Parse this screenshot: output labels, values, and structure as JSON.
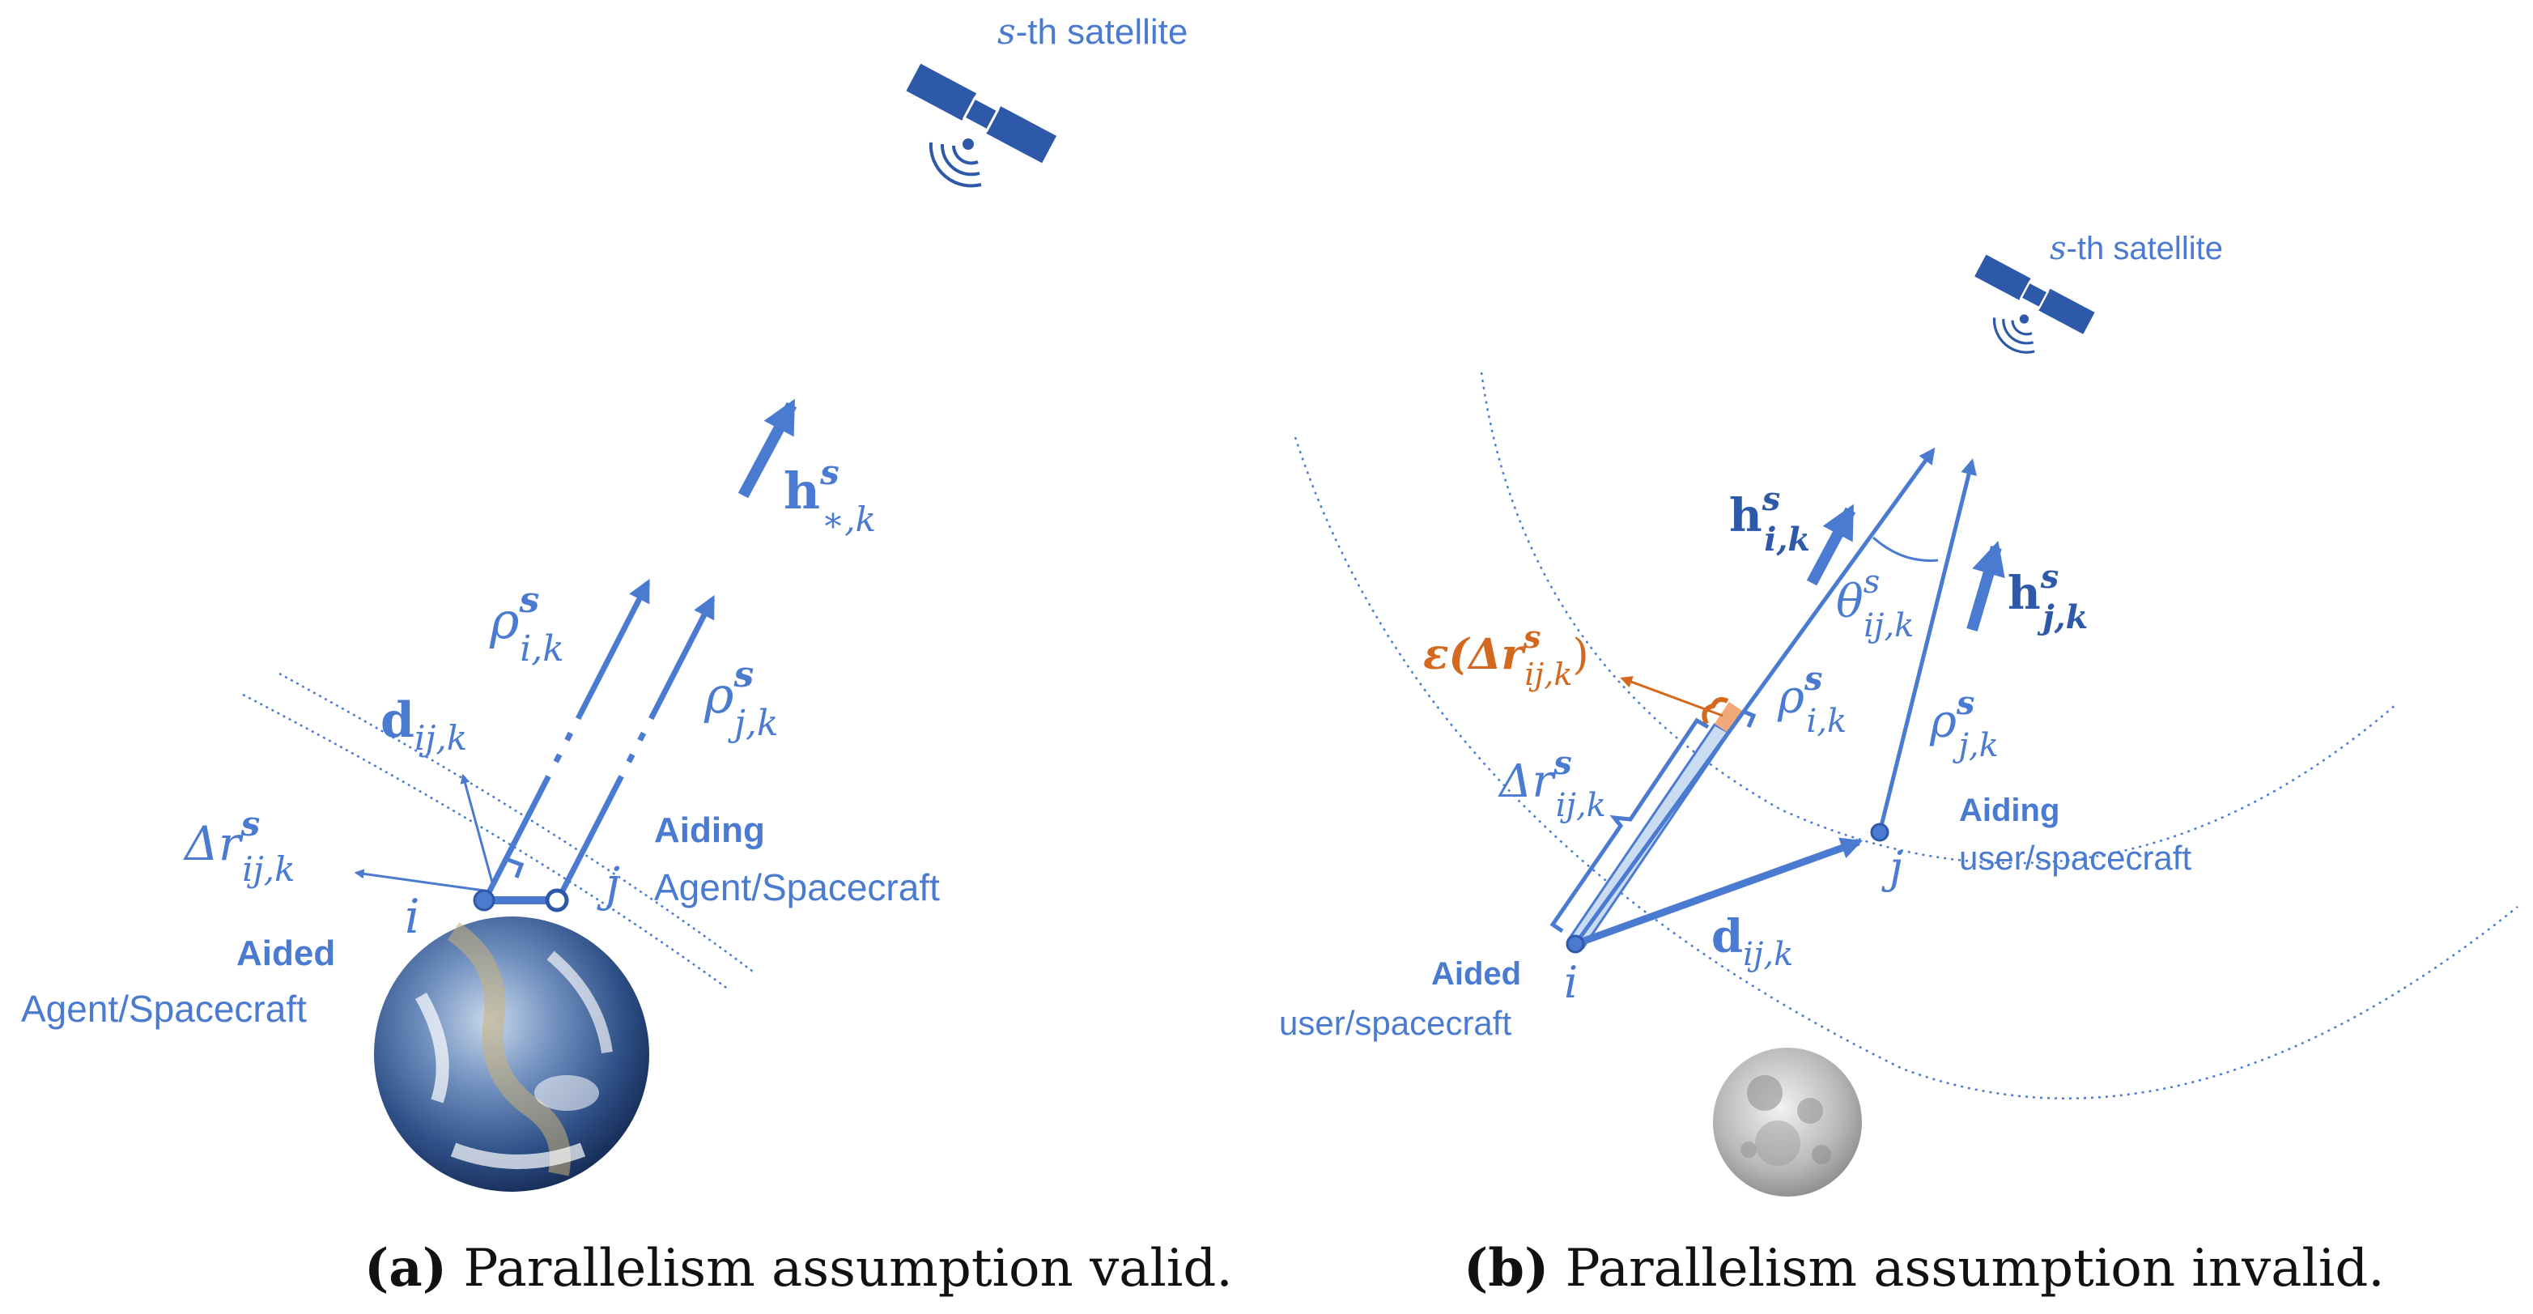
{
  "colors": {
    "blue": "#4a7bd0",
    "dark_blue": "#2e58a8",
    "orange": "#d2691e",
    "highlight": "#c9dcf2",
    "text": "#111111"
  },
  "panel_a": {
    "satellite_label_var": "s",
    "satellite_label_text": "-th satellite",
    "h_main": "h",
    "h_sup": "s",
    "h_sub": "∗,k",
    "rho_i_main": "ρ",
    "rho_i_sup": "s",
    "rho_i_sub": "i,k",
    "rho_j_main": "ρ",
    "rho_j_sup": "s",
    "rho_j_sub": "j,k",
    "d_main": "d",
    "d_sub": "ij,k",
    "delta_main": "Δr",
    "delta_sup": "s",
    "delta_sub": "ij,k",
    "node_i": "i",
    "node_j": "j",
    "aiding_title": "Aiding",
    "aiding_sub": "Agent/Spacecraft",
    "aided_title": "Aided",
    "aided_sub": "Agent/Spacecraft",
    "caption_letter": "(a)",
    "caption_text": " Parallelism assumption valid.",
    "body_icon": "earth-icon"
  },
  "panel_b": {
    "satellite_label_var": "s",
    "satellite_label_text": "-th satellite",
    "h_i_main": "h",
    "h_i_sup": "s",
    "h_i_sub": "i,k",
    "h_j_main": "h",
    "h_j_sup": "s",
    "h_j_sub": "j,k",
    "theta_main": "θ",
    "theta_sup": "s",
    "theta_sub": "ij,k",
    "rho_i_main": "ρ",
    "rho_i_sup": "s",
    "rho_i_sub": "i,k",
    "rho_j_main": "ρ",
    "rho_j_sup": "s",
    "rho_j_sub": "j,k",
    "eps_main": "ε(Δr",
    "eps_sup": "s",
    "eps_sub": "ij,k",
    "eps_close": ")",
    "delta_main": "Δr",
    "delta_sup": "s",
    "delta_sub": "ij,k",
    "d_main": "d",
    "d_sub": "ij,k",
    "node_i": "i",
    "node_j": "j",
    "aiding_title": "Aiding",
    "aiding_sub": "user/spacecraft",
    "aided_title": "Aided",
    "aided_sub": "user/spacecraft",
    "caption_letter": "(b)",
    "caption_text": " Parallelism assumption invalid.",
    "body_icon": "moon-icon"
  }
}
